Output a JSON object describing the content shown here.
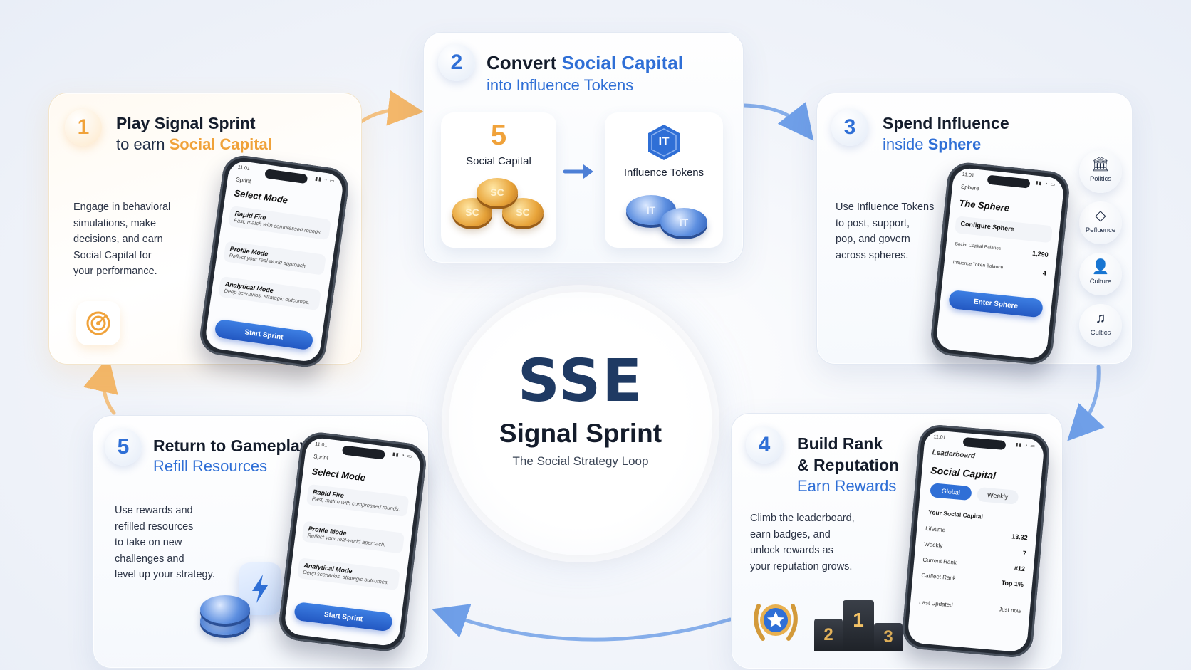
{
  "center": {
    "logo": "SSE",
    "title": "Signal Sprint",
    "subtitle": "The Social Strategy Loop"
  },
  "step1": {
    "num": "1",
    "title": "Play Signal Sprint",
    "sub_prefix": "to earn ",
    "sub_accent": "Social Capital",
    "desc": [
      "Engage in behavioral",
      "simulations, make",
      "decisions, and earn",
      "Social Capital for",
      "your performance."
    ],
    "icon": "target-icon"
  },
  "step2": {
    "num": "2",
    "title_prefix": "Convert ",
    "title_accent": "Social Capital",
    "sub": "into Influence Tokens",
    "left_value": "5",
    "left_label": "Social Capital",
    "right_badge": "IT",
    "right_label": "Influence Tokens",
    "coin_label_gold": "SC",
    "coin_label_blue": "IT"
  },
  "step3": {
    "num": "3",
    "title": "Spend Influence",
    "sub_prefix": "inside ",
    "sub_accent": "Sphere",
    "desc": [
      "Use Influence Tokens",
      "to post, support,",
      "pop, and govern",
      "across spheres."
    ],
    "side": [
      {
        "label": "Politics",
        "icon": "institution-icon",
        "glyph": "🏛"
      },
      {
        "label": "Pefluence",
        "icon": "diamond-icon",
        "glyph": "◇"
      },
      {
        "label": "Culture",
        "icon": "person-icon",
        "glyph": "👤"
      },
      {
        "label": "Cultics",
        "icon": "music-note-icon",
        "glyph": "♫"
      }
    ]
  },
  "step4": {
    "num": "4",
    "title1": "Build Rank",
    "title2": "& Reputation",
    "sub": "Earn Rewards",
    "desc": [
      "Climb the leaderboard,",
      "earn badges, and",
      "unlock rewards as",
      "your reputation grows."
    ],
    "podium": [
      "2",
      "1",
      "3"
    ]
  },
  "step5": {
    "num": "5",
    "title": "Return to Gameplay",
    "sub": "Refill Resources",
    "desc": [
      "Use rewards and",
      "refilled resources",
      "to take on new",
      "challenges and",
      "level up your strategy."
    ]
  },
  "phone_sprint": {
    "time": "11:01",
    "status": "▮▮ ◔ ▭",
    "app": "Sprint",
    "header": "Select Mode",
    "modes": [
      {
        "name": "Rapid Fire",
        "desc": "Fast, match with compressed rounds."
      },
      {
        "name": "Profile Mode",
        "desc": "Reflect your real-world approach."
      },
      {
        "name": "Analytical Mode",
        "desc": "Deep scenarios, strategic outcomes."
      }
    ],
    "button": "Start Sprint"
  },
  "phone_sphere": {
    "time": "11:01",
    "status": "▮▮ ◔ ▭",
    "app": "Sphere",
    "header": "The Sphere",
    "config": "Configure Sphere",
    "sc_label": "Social Capital Balance",
    "sc_value": "1,290",
    "it_label": "Influence Token Balance",
    "it_value": "4",
    "button": "Enter Sphere"
  },
  "phone_leader": {
    "time": "11:01",
    "status": "▮▮ ◔ ▭",
    "app": "Leaderboard",
    "header": "Social Capital",
    "tab_global": "Global",
    "tab_weekly": "Weekly",
    "section": "Your Social Capital",
    "rows": [
      {
        "label": "Lifetime",
        "value": "13.32"
      },
      {
        "label": "Weekly",
        "value": "7"
      },
      {
        "label": "Current Rank",
        "value": "#12"
      },
      {
        "label": "Catfleet Rank",
        "value": "Top 1%"
      }
    ],
    "updated_label": "Last Updated",
    "updated_value": "Just now"
  },
  "colors": {
    "accent_blue": "#2f6fd6",
    "accent_orange": "#f0a23a",
    "navy": "#1f3a63"
  }
}
